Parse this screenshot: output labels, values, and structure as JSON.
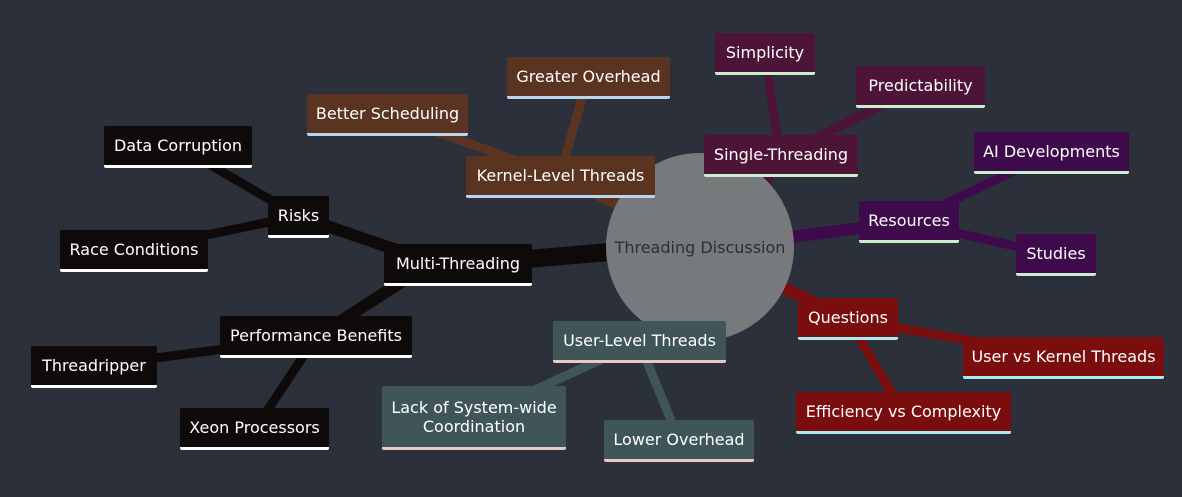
{
  "mindmap": {
    "center": "Threading Discussion",
    "colors": {
      "background": "#2b303b",
      "center": "#777a7c",
      "multi_threading": "#0f0a0a",
      "kernel": "#5a3420",
      "user": "#3f5558",
      "single": "#4e1437",
      "resources": "#3e0a4c",
      "questions": "#7a0e0e"
    },
    "branches": {
      "multi_threading": {
        "label": "Multi-Threading",
        "risks": {
          "label": "Risks",
          "children": [
            "Data Corruption",
            "Race Conditions"
          ]
        },
        "performance": {
          "label": "Performance Benefits",
          "children": [
            "Threadripper",
            "Xeon Processors"
          ]
        }
      },
      "kernel": {
        "label": "Kernel-Level Threads",
        "children": [
          "Better Scheduling",
          "Greater Overhead"
        ]
      },
      "user": {
        "label": "User-Level Threads",
        "children": [
          "Lack of System-wide Coordination",
          "Lower Overhead"
        ],
        "lack_line1": "Lack of System-wide",
        "lack_line2": "Coordination"
      },
      "single": {
        "label": "Single-Threading",
        "children": [
          "Simplicity",
          "Predictability"
        ]
      },
      "resources": {
        "label": "Resources",
        "children": [
          "AI Developments",
          "Studies"
        ]
      },
      "questions": {
        "label": "Questions",
        "children": [
          "User vs Kernel Threads",
          "Efficiency vs Complexity"
        ]
      }
    }
  }
}
